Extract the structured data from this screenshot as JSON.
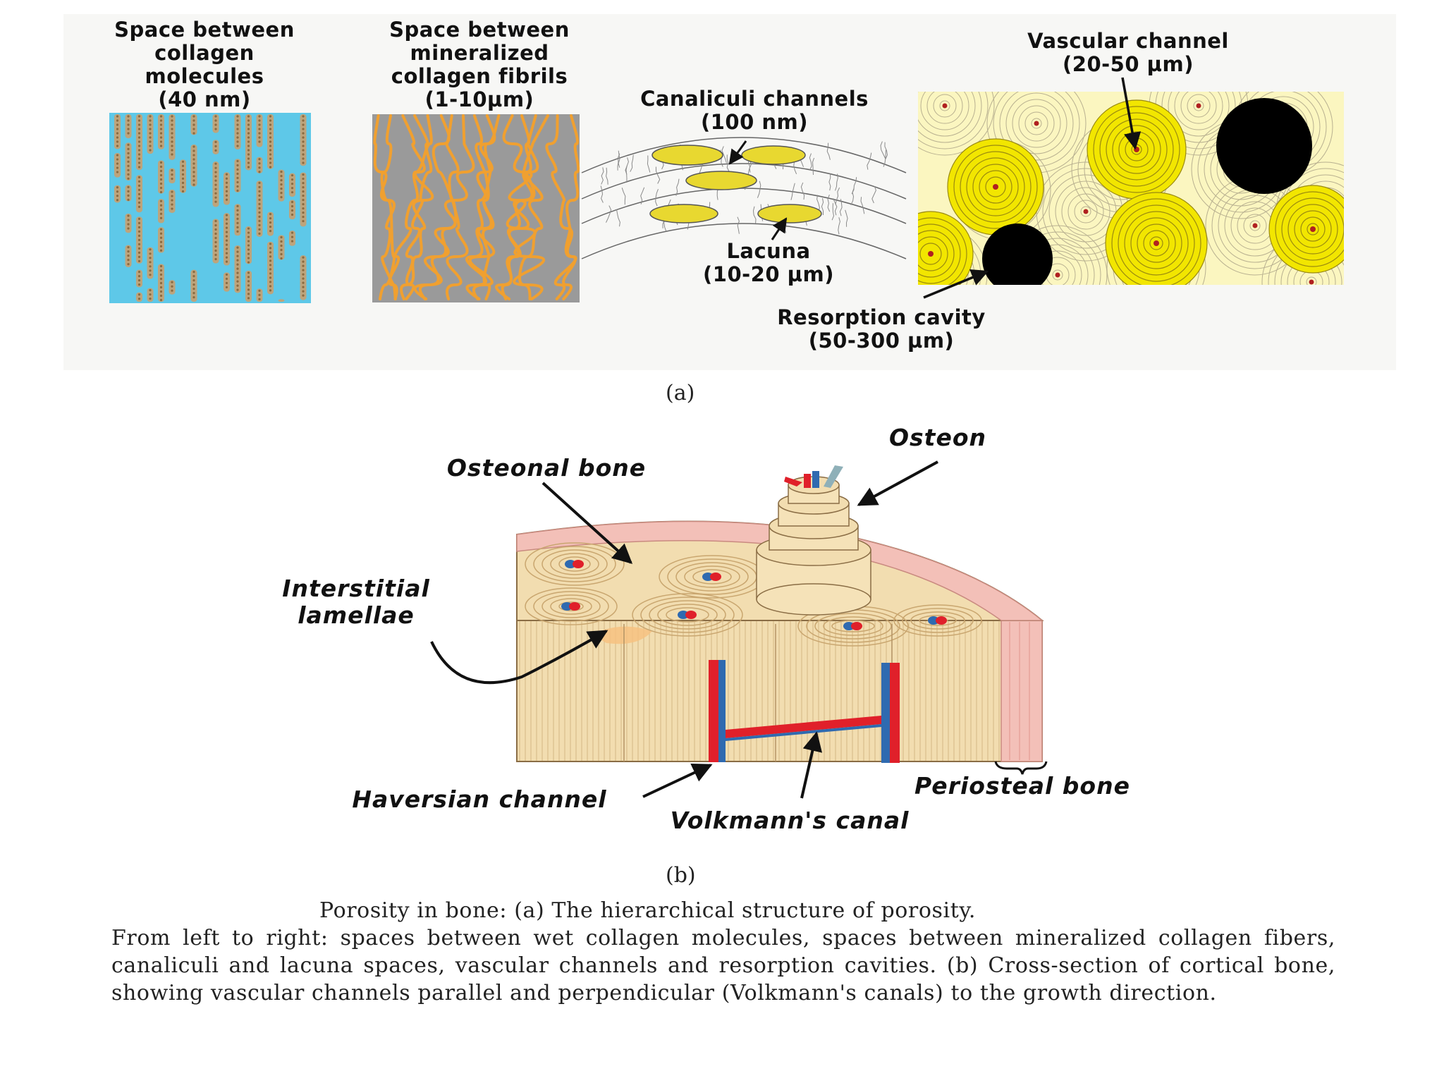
{
  "panel_a": {
    "label_collagen_space": "Space between\ncollagen\nmolecules\n(40 nm)",
    "label_fibril_space": "Space between\nmineralized\ncollagen fibrils\n(1-10µm)",
    "label_canaliculi": "Canaliculi channels\n(100 nm)",
    "label_lacuna": "Lacuna\n(10-20 µm)",
    "label_vascular": "Vascular channel\n(20-50 µm)",
    "label_resorption": "Resorption cavity\n(50-300 µm)",
    "sublabel": "(a)"
  },
  "panel_b": {
    "label_osteon": "Osteon",
    "label_osteonal_bone": "Osteonal bone",
    "label_interstitial": "Interstitial\nlamellae",
    "label_haversian": "Haversian channel",
    "label_volkmann": "Volkmann's canal",
    "label_periosteal": "Periosteal bone",
    "sublabel": "(b)"
  },
  "caption": {
    "first_line": "Porosity in bone: (a) The hierarchical structure of porosity.",
    "rest": "From left to right: spaces between wet collagen molecules, spaces between mineralized collagen fibers, canaliculi and lacuna spaces, vascular channels and resorption cavities. (b) Cross-section of cortical bone, showing vascular channels parallel and perpendicular (Volkmann's canals) to the growth direction."
  },
  "colors": {
    "collagen_bg": "#5ec8e8",
    "collagen_mol": "#c8a070",
    "fibril_bg": "#9a9a9a",
    "fibril": "#f0a030",
    "lacuna": "#e8d830",
    "osteon_yellow": "#f2e600",
    "pale_yellow": "#fbf6c0",
    "cavity": "#000000",
    "bone": "#f2ddb0",
    "periosteum": "#f3c0b8",
    "artery": "#e0202a",
    "vein": "#2f6ab0"
  }
}
